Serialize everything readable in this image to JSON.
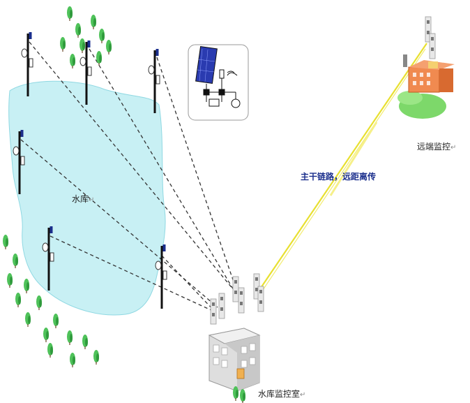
{
  "labels": {
    "reservoir": "水库",
    "remote_monitor": "远端监控",
    "backbone_link": "主干链路，远距离传",
    "reservoir_room": "水库监控室",
    "return_mark": "↵"
  },
  "colors": {
    "water": "#c8f0f4",
    "water_edge": "#8fd8e2",
    "tree": "#4fc25a",
    "tree_dark": "#2f9a3c",
    "yellow_link": "#e8e030",
    "dashed_link": "#333333"
  }
}
